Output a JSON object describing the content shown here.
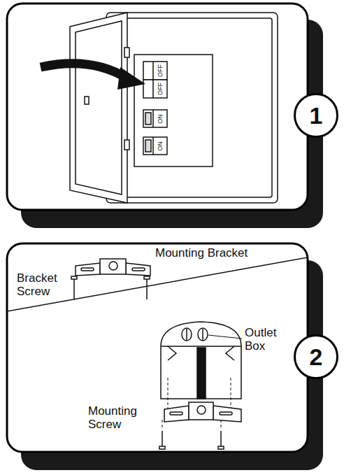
{
  "diagram": {
    "nodes": [
      {
        "text": [
          "1"
        ]
      },
      {
        "text": [
          "2"
        ]
      }
    ],
    "labels": [
      "OFF",
      "OFF",
      "ON",
      "ON",
      "Mounting Bracket",
      "Bracket Screw",
      "Outlet Box",
      "Mounting Screw"
    ]
  }
}
